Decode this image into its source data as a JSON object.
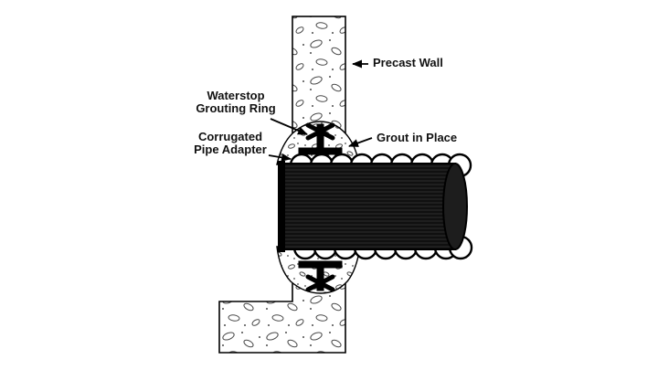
{
  "diagram": {
    "type": "technical-detail-drawing",
    "subject": "Corrugated pipe penetration through precast wall with waterstop grouting ring",
    "labels": {
      "precast_wall": "Precast Wall",
      "waterstop_line1": "Waterstop",
      "waterstop_line2": "Grouting Ring",
      "adapter_line1": "Corrugated",
      "adapter_line2": "Pipe Adapter",
      "grout_in_place": "Grout in Place"
    },
    "colors": {
      "line": "#000000",
      "pipe_fill": "#101010",
      "pipe_cap": "#1d1d1d",
      "concrete_fill": "#ffffff",
      "aggregate_stroke": "#4a4a4a",
      "background": "#ffffff",
      "text": "#111111"
    }
  }
}
